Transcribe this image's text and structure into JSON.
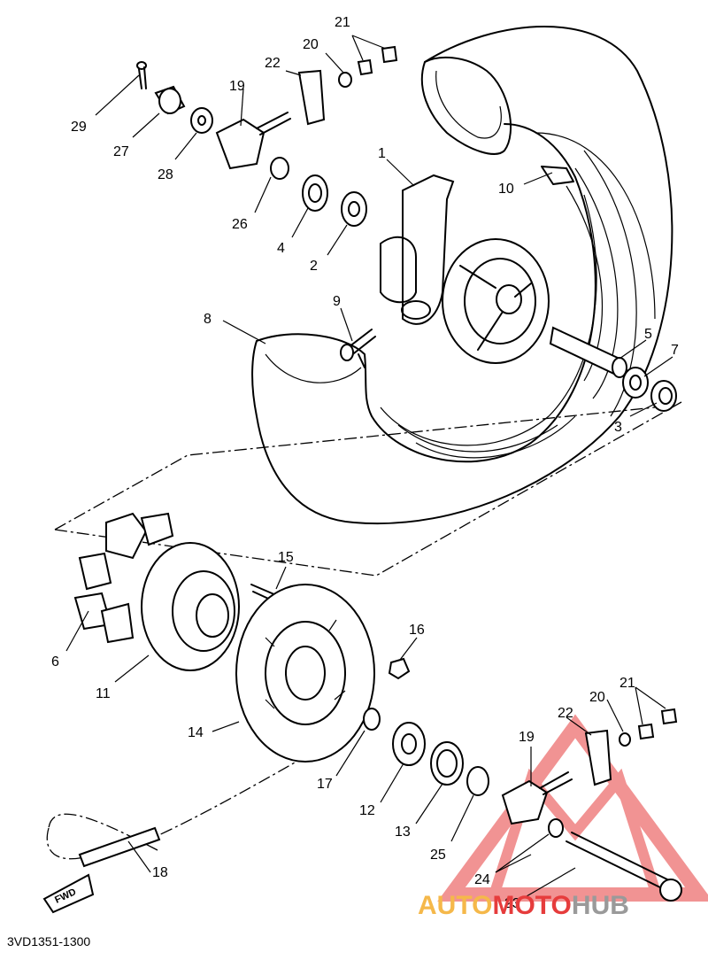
{
  "diagram_code": "3VD1351-1300",
  "fwd_label": "FWD",
  "watermark": {
    "part1": "AUTO",
    "part2": "MOTO",
    "part3": "HUB",
    "colors": {
      "part1": "#f5b84a",
      "part2": "#e63c3c",
      "part3": "#9a9a9a",
      "logo": "#e63c3c"
    }
  },
  "callouts": {
    "c1": "1",
    "c2": "2",
    "c3": "3",
    "c4": "4",
    "c5": "5",
    "c6": "6",
    "c7": "7",
    "c8": "8",
    "c9": "9",
    "c10": "10",
    "c11": "11",
    "c12": "12",
    "c13": "13",
    "c14": "14",
    "c15": "15",
    "c16": "16",
    "c17": "17",
    "c18": "18",
    "c19a": "19",
    "c19b": "19",
    "c20a": "20",
    "c20b": "20",
    "c21a": "21",
    "c21b": "21",
    "c22a": "22",
    "c22b": "22",
    "c23": "23",
    "c24": "24",
    "c25": "25",
    "c26": "26",
    "c27": "27",
    "c28": "28",
    "c29": "29"
  }
}
